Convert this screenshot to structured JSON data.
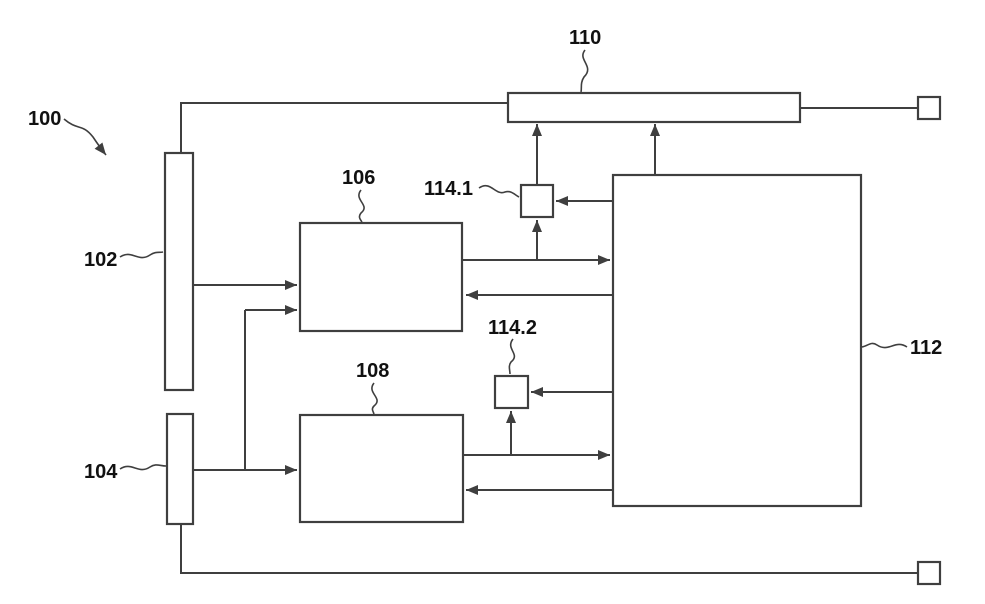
{
  "figure": {
    "type": "patent-block-diagram",
    "reference_labels": {
      "l100": "100",
      "l102": "102",
      "l104": "104",
      "l106": "106",
      "l108": "108",
      "l110": "110",
      "l112": "112",
      "l114_1": "114.1",
      "l114_2": "114.2"
    }
  },
  "colors": {
    "line": "#3f3f3f",
    "label_text": "#111111",
    "background": "#ffffff"
  }
}
